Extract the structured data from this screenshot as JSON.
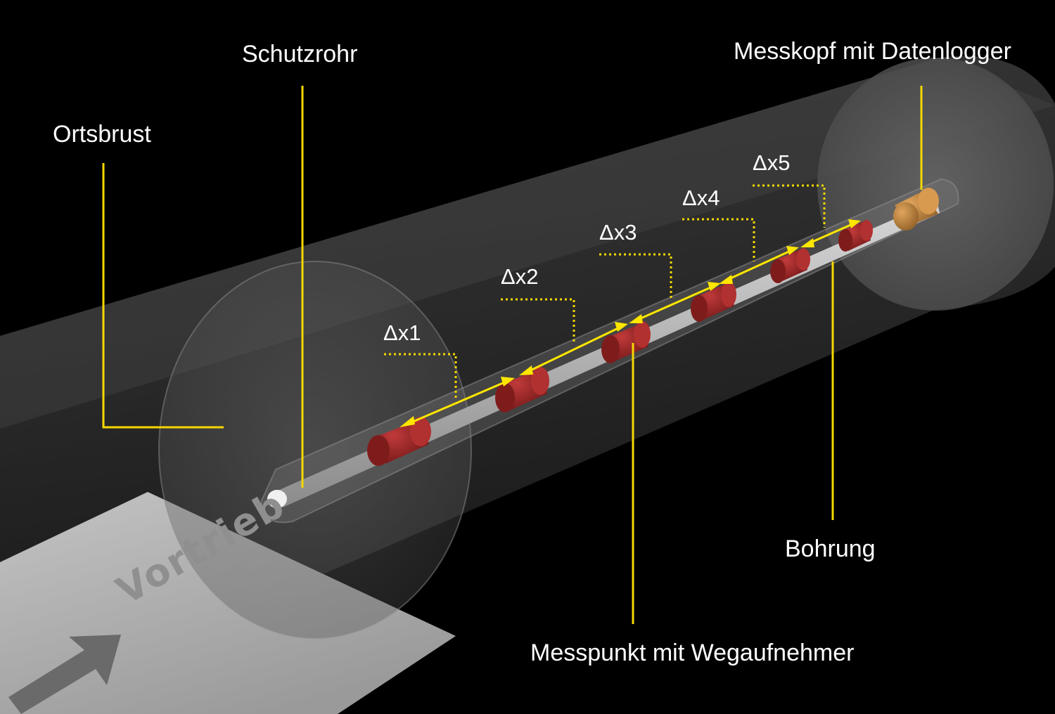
{
  "labels": {
    "schutzrohr": "Schutzrohr",
    "ortsbrust": "Ortsbrust",
    "messkopf": "Messkopf mit Datenlogger",
    "bohrung": "Bohrung",
    "messpunkt": "Messpunkt mit Wegaufnehmer",
    "vortrieb": "Vortrieb"
  },
  "deltas": [
    "Δx1",
    "Δx2",
    "Δx3",
    "Δx4",
    "Δx5"
  ],
  "colors": {
    "background": "#000000",
    "leader_line": "#f5d800",
    "arrow": "#ffe600",
    "measuring_point": "#9a2323",
    "head": "#c08a45",
    "rod": "#c8c8c8",
    "floor": "#a9a9a9"
  }
}
